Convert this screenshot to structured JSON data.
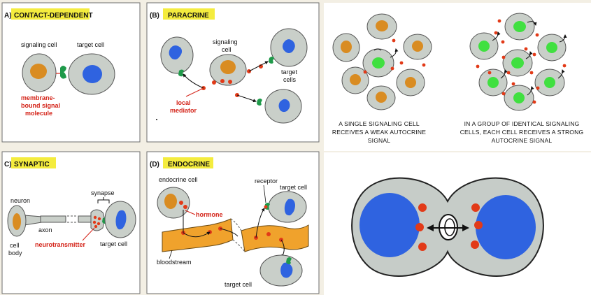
{
  "colors": {
    "page_bg": "#f3efe4",
    "panel_bg": "#ffffff",
    "panel_border": "#6e6e6e",
    "tag_bg": "#f4ec3e",
    "cell_fill": "#c9cfc9",
    "cell_stroke": "#555555",
    "nucleus_orange": "#d98c22",
    "nucleus_blue": "#2f63e0",
    "nucleus_green": "#40e040",
    "signal_red": "#e23a18",
    "receptor_green": "#1f9a4a",
    "red_label": "#d42318",
    "bloodstream": "#f0a22c",
    "right_bg": "#ffffff",
    "bottom_cell_fill": "#c6ccc8"
  },
  "panel_a": {
    "tag": "A)",
    "title": "CONTACT-DEPENDENT",
    "signaling_cell": "signaling cell",
    "target_cell": "target cell",
    "membrane_l1": "membrane-",
    "membrane_l2": "bound signal",
    "membrane_l3": "molecule"
  },
  "panel_b": {
    "tag": "(B)",
    "title": "PARACRINE",
    "signaling_l1": "signaling",
    "signaling_l2": "cell",
    "target_l1": "target",
    "target_l2": "cells",
    "local_l1": "local",
    "local_l2": "mediator"
  },
  "panel_c": {
    "tag": "C)",
    "title": "SYNAPTIC",
    "synapse": "synapse",
    "neuron": "neuron",
    "axon": "axon",
    "cell_body_l1": "cell",
    "cell_body_l2": "body",
    "neurotransmitter": "neurotransmitter",
    "target_cell": "target cell"
  },
  "panel_d": {
    "tag": "(D)",
    "title": "ENDOCRINE",
    "endocrine_cell": "endocrine cell",
    "receptor": "receptor",
    "target_cell_top": "target cell",
    "hormone": "hormone",
    "bloodstream": "bloodstream",
    "target_cell_bottom": "target cell"
  },
  "autocrine": {
    "single_l1": "A SINGLE SIGNALING CELL",
    "single_l2": "RECEIVES A WEAK AUTOCRINE",
    "single_l3": "SIGNAL",
    "group_l1": "IN A GROUP OF IDENTICAL SIGNALING",
    "group_l2": "CELLS, EACH CELL RECEIVES A STRONG",
    "group_l3": "AUTOCRINE SIGNAL"
  }
}
